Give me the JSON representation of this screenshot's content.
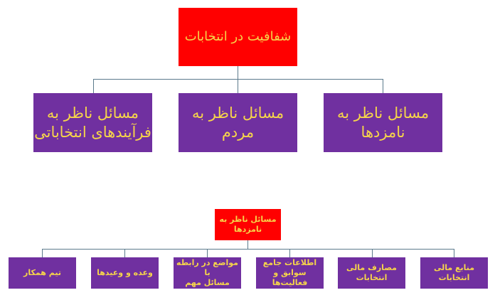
{
  "top_chart": {
    "root": "شفافیت در انتخابات",
    "children": [
      {
        "line1": "مسائل ناظر به",
        "line2": "فرآیندهای انتخاباتی"
      },
      {
        "line1": "مسائل ناظر به",
        "line2": "مردم"
      },
      {
        "line1": "مسائل ناظر به",
        "line2": "نامزدها"
      }
    ]
  },
  "bottom_chart": {
    "root": {
      "line1": "مسائل ناظر به",
      "line2": "نامزدها"
    },
    "children": [
      {
        "line1": "تیم همکار",
        "line2": ""
      },
      {
        "line1": "وعده و وعیدها",
        "line2": ""
      },
      {
        "line1": "مواضع در رابطه با",
        "line2": "مسائل مهم"
      },
      {
        "line1": "اطلاعات جامع",
        "line2": "سوابق و فعالیت‌ها"
      },
      {
        "line1": "مصارف مالی",
        "line2": "انتخابات"
      },
      {
        "line1": "منابع مالی انتخابات",
        "line2": ""
      }
    ]
  },
  "colors": {
    "root_fill": "#ff0000",
    "child_fill": "#7030a0",
    "text": "#f6d54a",
    "connector": "#5b7a8c"
  }
}
